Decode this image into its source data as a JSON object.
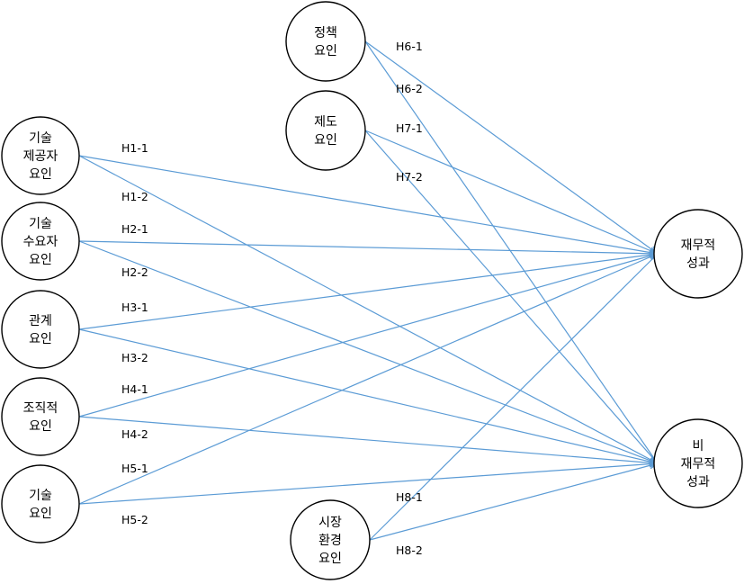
{
  "diagram": {
    "edge_color": "#5b9bd5",
    "nodes": [
      {
        "id": "tech-provider",
        "lines": [
          "기술",
          "제공자",
          "요인"
        ]
      },
      {
        "id": "tech-consumer",
        "lines": [
          "기술",
          "수요자",
          "요인"
        ]
      },
      {
        "id": "relation",
        "lines": [
          "관계",
          "요인"
        ]
      },
      {
        "id": "organizational",
        "lines": [
          "조직적",
          "요인"
        ]
      },
      {
        "id": "technology",
        "lines": [
          "기술",
          "요인"
        ]
      },
      {
        "id": "policy",
        "lines": [
          "정책",
          "요인"
        ]
      },
      {
        "id": "institution",
        "lines": [
          "제도",
          "요인"
        ]
      },
      {
        "id": "market-environment",
        "lines": [
          "시장",
          "환경",
          "요인"
        ]
      },
      {
        "id": "financial-performance",
        "lines": [
          "재무적",
          "성과"
        ]
      },
      {
        "id": "non-financial-performance",
        "lines": [
          "비",
          "재무적",
          "성과"
        ]
      }
    ],
    "edges": [
      {
        "label": "H1-1",
        "from": "tech-provider",
        "to": "financial-performance"
      },
      {
        "label": "H1-2",
        "from": "tech-provider",
        "to": "non-financial-performance"
      },
      {
        "label": "H2-1",
        "from": "tech-consumer",
        "to": "financial-performance"
      },
      {
        "label": "H2-2",
        "from": "tech-consumer",
        "to": "non-financial-performance"
      },
      {
        "label": "H3-1",
        "from": "relation",
        "to": "financial-performance"
      },
      {
        "label": "H3-2",
        "from": "relation",
        "to": "non-financial-performance"
      },
      {
        "label": "H4-1",
        "from": "organizational",
        "to": "financial-performance"
      },
      {
        "label": "H4-2",
        "from": "organizational",
        "to": "non-financial-performance"
      },
      {
        "label": "H5-1",
        "from": "technology",
        "to": "financial-performance"
      },
      {
        "label": "H5-2",
        "from": "technology",
        "to": "non-financial-performance"
      },
      {
        "label": "H6-1",
        "from": "policy",
        "to": "financial-performance"
      },
      {
        "label": "H6-2",
        "from": "policy",
        "to": "non-financial-performance"
      },
      {
        "label": "H7-1",
        "from": "institution",
        "to": "financial-performance"
      },
      {
        "label": "H7-2",
        "from": "institution",
        "to": "non-financial-performance"
      },
      {
        "label": "H8-1",
        "from": "market-environment",
        "to": "financial-performance"
      },
      {
        "label": "H8-2",
        "from": "market-environment",
        "to": "non-financial-performance"
      }
    ]
  }
}
